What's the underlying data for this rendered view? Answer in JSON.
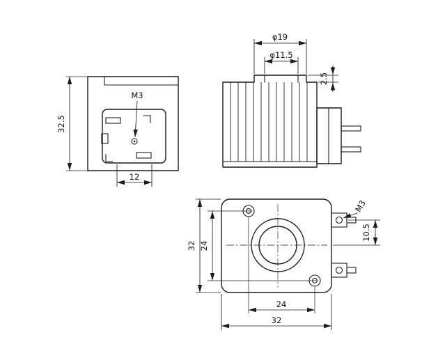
{
  "drawing": {
    "front_view": {
      "height": "32.5",
      "hole_offset": "12",
      "thread": "M3"
    },
    "side_view": {
      "outer_dia": "φ19",
      "bore_dia": "φ11.5",
      "step": "2.5"
    },
    "top_view": {
      "outer_height": "32",
      "hole_spacing_v": "24",
      "hole_spacing_h": "24",
      "outer_width": "32",
      "thread": "M3",
      "terminal_offset": "10.5"
    },
    "colors": {
      "line": "#1c1c1c",
      "background": "#ffffff"
    }
  }
}
